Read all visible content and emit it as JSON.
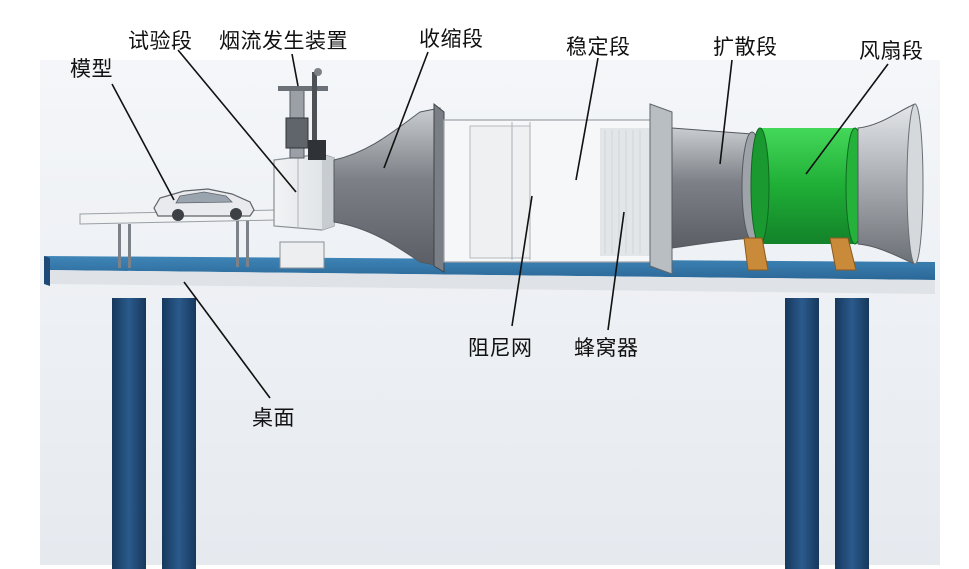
{
  "diagram": {
    "labels": {
      "model": "模型",
      "test_section": "试验段",
      "smoke_generator": "烟流发生装置",
      "contraction_section": "收缩段",
      "settling_section": "稳定段",
      "diffuser_section": "扩散段",
      "fan_section": "风扇段",
      "damping_screen": "阻尼网",
      "honeycomb": "蜂窝器",
      "tabletop": "桌面"
    },
    "colors": {
      "tabletop": "#2e6f9e",
      "table_legs": "#1f4a78",
      "fan_green": "#22b43a",
      "duct_gray": "#8a8d92",
      "bracket_orange": "#c98a3a",
      "leader_line": "#111111"
    }
  }
}
